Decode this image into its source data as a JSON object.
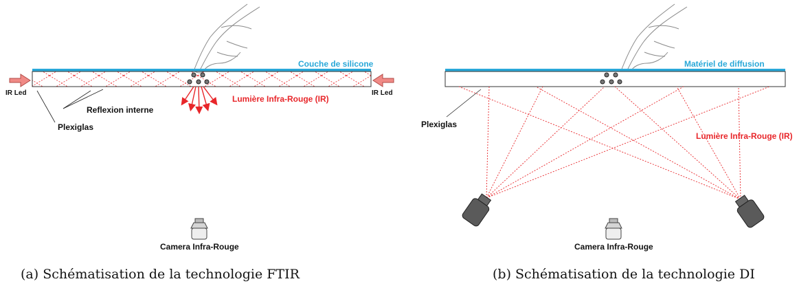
{
  "colors": {
    "silicone": "#2aa8d8",
    "ir": "#e8262a",
    "arrow": "#f08a86",
    "camera": "#555555",
    "text": "#111111"
  },
  "figure_a": {
    "caption": "(a) Schématisation de la technologie FTIR",
    "silicone_label": "Couche de silicone",
    "ir_led_left": "IR Led",
    "ir_led_right": "IR Led",
    "internal_reflection": "Reflexion interne",
    "plexiglas": "Plexiglas",
    "ir_light": "Lumière Infra-Rouge (IR)",
    "camera": "Camera Infra-Rouge"
  },
  "figure_b": {
    "caption": "(b) Schématisation de la technologie DI",
    "diffusion_label": "Matériel de diffusion",
    "plexiglas": "Plexiglas",
    "ir_light": "Lumière Infra-Rouge (IR)",
    "camera": "Camera Infra-Rouge"
  }
}
